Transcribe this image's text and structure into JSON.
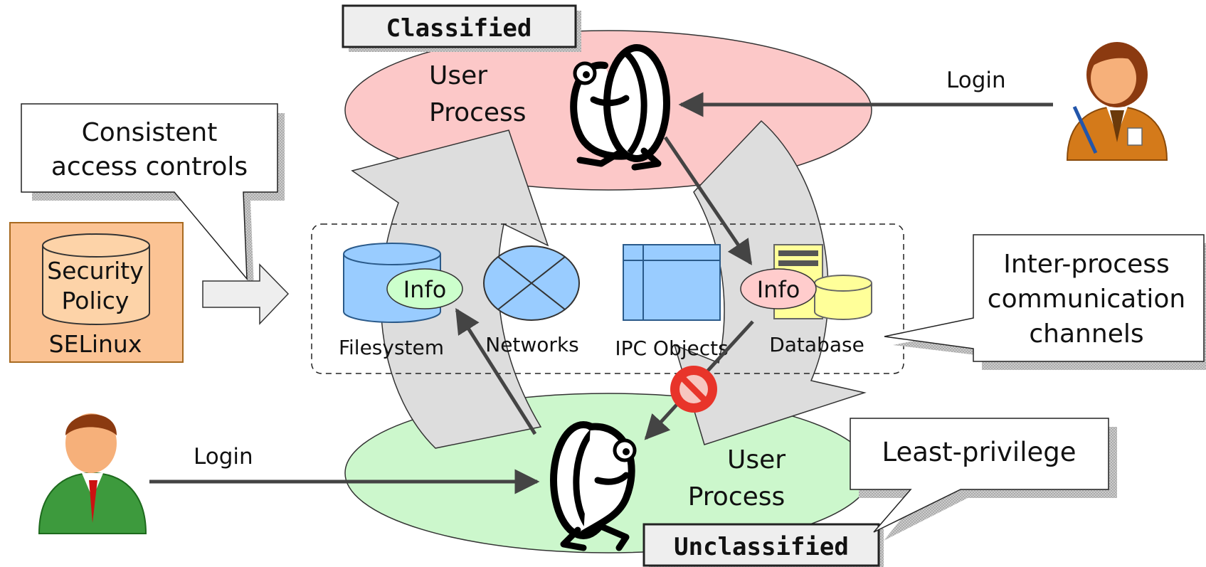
{
  "labels": {
    "classified": "Classified",
    "unclassified": "Unclassified",
    "user_process_top_line1": "User",
    "user_process_top_line2": "Process",
    "user_process_bottom_line1": "User",
    "user_process_bottom_line2": "Process",
    "login_top": "Login",
    "login_bottom": "Login",
    "callout_consistent_line1": "Consistent",
    "callout_consistent_line2": "access controls",
    "policy_line1": "Security",
    "policy_line2": "Policy",
    "selinux": "SELinux",
    "filesystem": "Filesystem",
    "networks": "Networks",
    "ipc_objects": "IPC Objects",
    "database": "Database",
    "info_fs": "Info",
    "info_db": "Info",
    "callout_ipc_line1": "Inter-process",
    "callout_ipc_line2": "communication",
    "callout_ipc_line3": "channels",
    "callout_least": "Least-privilege"
  },
  "colors": {
    "classified_zone": "#fcc8c8",
    "unclassified_zone": "#ccf7cc",
    "policy_box": "#fbc394",
    "resource_blue": "#99ccff",
    "info_green": "#ccffcc",
    "info_pink": "#ffcccc",
    "db_yellow": "#ffff99",
    "flow_gray": "#dddddd",
    "deny_red": "#e8342a"
  }
}
